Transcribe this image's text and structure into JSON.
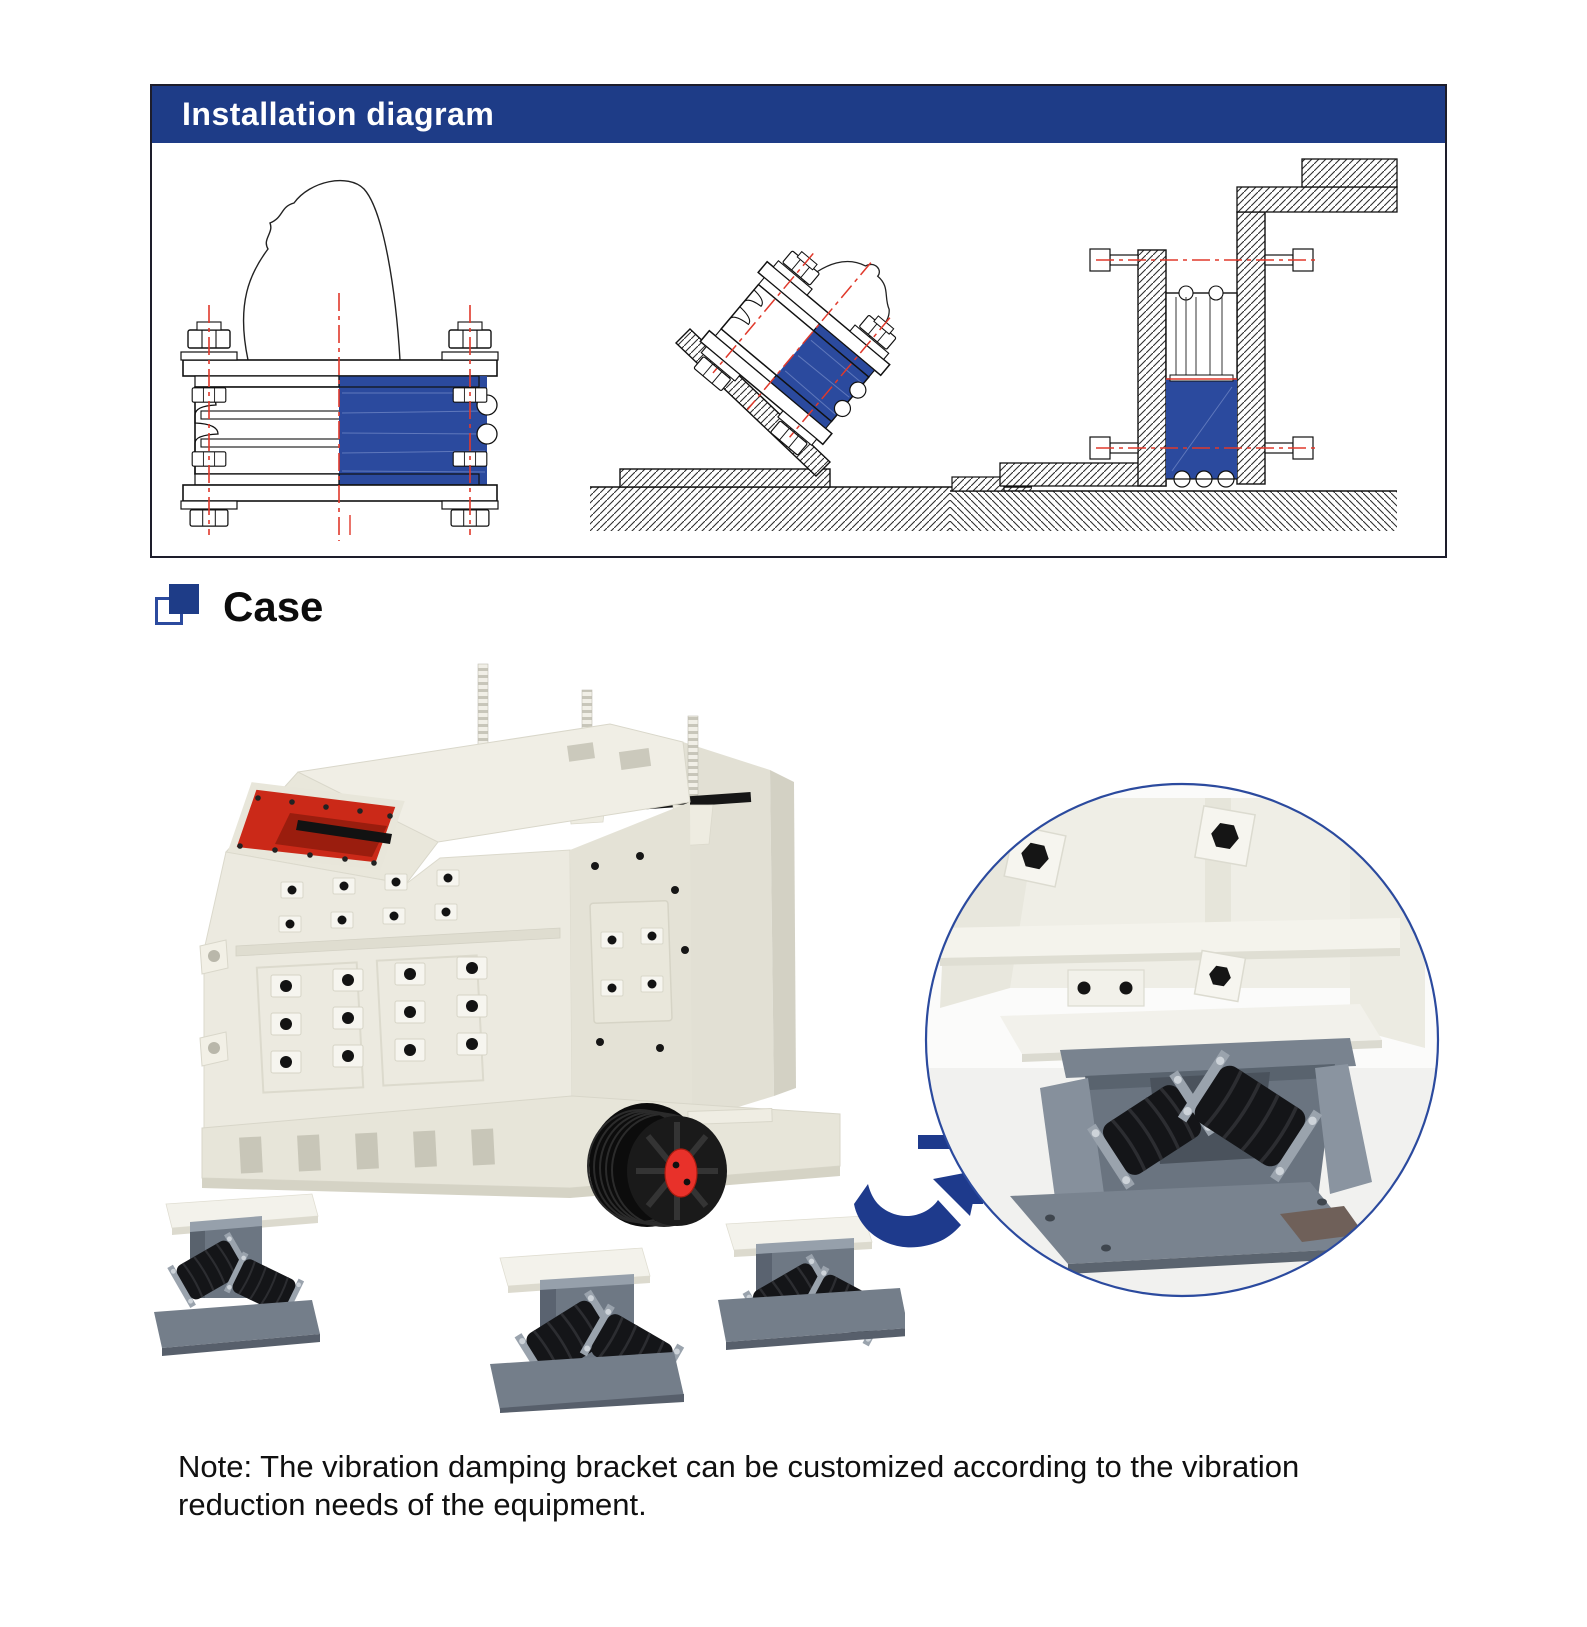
{
  "installation_section": {
    "title": "Installation diagram",
    "header_bg": "#1E3C87",
    "header_text_color": "#FFFFFF",
    "figures": [
      {
        "name": "floor-mount-section-diagram"
      },
      {
        "name": "inclined-bracket-mount-section-diagram"
      },
      {
        "name": "vertical-panel-mount-section-diagram"
      }
    ],
    "drawing_colors": {
      "rubber_section_fill": "#2B4A9E",
      "centerline_red": "#E0392B",
      "outline": "#1A1A1A"
    }
  },
  "case_section": {
    "title": "Case",
    "icon": "overlapping-squares-icon",
    "icon_fill": "#1E3C87",
    "icon_outline": "#2B4A9E"
  },
  "machine_render": {
    "name": "impact-crusher-with-damping-mounts",
    "body_color": "#ECEAE0",
    "feed_chute_red": "#CB2918",
    "pulley_black": "#141414",
    "pulley_hub_red": "#E8312A",
    "mount_grey": "#6E7884",
    "rubber_black": "#17181A"
  },
  "detail_callout": {
    "name": "damping-mount-closeup-circle",
    "ring_color": "#2B4A9E",
    "arrow_icon": "curved-zoom-arrow-icon",
    "arrow_color": "#1E3A8C"
  },
  "note": {
    "line1": "Note: The vibration damping bracket can be customized according to the vibration",
    "line2": "reduction needs of the equipment."
  }
}
